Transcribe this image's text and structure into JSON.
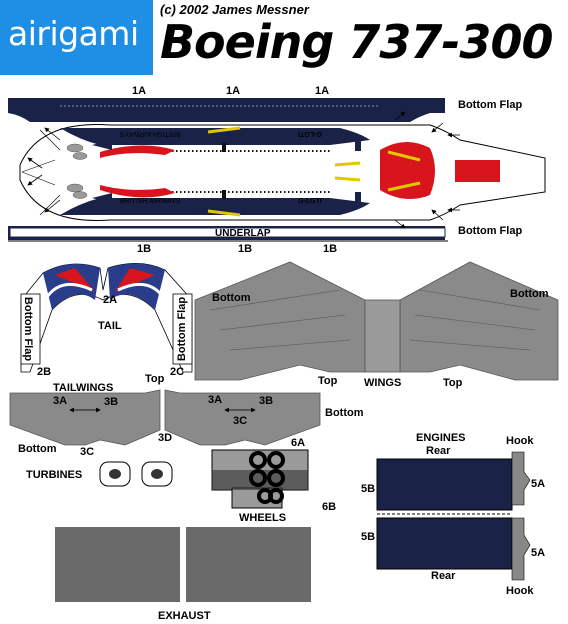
{
  "header": {
    "logo": "airigami",
    "copyright": "(c) 2002 James Messner",
    "title": "Boeing 737-300"
  },
  "fuselage": {
    "tab_top_1a": "1A",
    "tab_top_1a_2": "1A",
    "tab_top_1a_3": "1A",
    "bottom_flap_top": "Bottom Flap",
    "bottom_flap_bottom": "Bottom Flap",
    "underlap": "UNDERLAP",
    "tail_1b": "1B",
    "tail_1b_2": "1B",
    "tail_1b_3": "1B",
    "livery_upper": "BRITISH AIRWAYS",
    "livery_lower": "BRITISH AIRWAYS",
    "reg_upper": "G-LGTI",
    "reg_lower": "G-LGTI"
  },
  "tail": {
    "label": "TAIL",
    "tab_2a": "2A",
    "tab_2b": "2B",
    "tab_2c": "2C",
    "bottom_flap_left": "Bottom Flap",
    "bottom_flap_right": "Bottom Flap"
  },
  "wings": {
    "label": "WINGS",
    "bottom_left": "Bottom",
    "bottom_right": "Bottom",
    "top_left": "Top",
    "top_right": "Top"
  },
  "tailwings": {
    "label": "TAILWINGS",
    "top": "Top",
    "tab_3a_left": "3A",
    "tab_3b_left": "3B",
    "tab_3a_right": "3A",
    "tab_3b_right": "3B",
    "tab_3c_left": "3C",
    "tab_3c_right": "3C",
    "tab_3d": "3D",
    "bottom_left": "Bottom",
    "bottom_right": "Bottom"
  },
  "turbines": {
    "label": "TURBINES"
  },
  "wheels": {
    "label": "WHEELS",
    "tab_6a": "6A",
    "tab_6b": "6B"
  },
  "engines": {
    "label": "ENGINES",
    "rear_top": "Rear",
    "rear_bottom": "Rear",
    "hook_top": "Hook",
    "hook_bottom": "Hook",
    "tab_5b_top": "5B",
    "tab_5a_top": "5A",
    "tab_5b_bottom": "5B",
    "tab_5a_bottom": "5A"
  },
  "exhaust": {
    "label": "EXHAUST"
  },
  "colors": {
    "logo_blue": "#1f8fe6",
    "navy": "#1a2248",
    "wing_grey": "#8a8a8a",
    "exhaust_grey": "#6a6a6a",
    "ba_red": "#d8141c"
  }
}
